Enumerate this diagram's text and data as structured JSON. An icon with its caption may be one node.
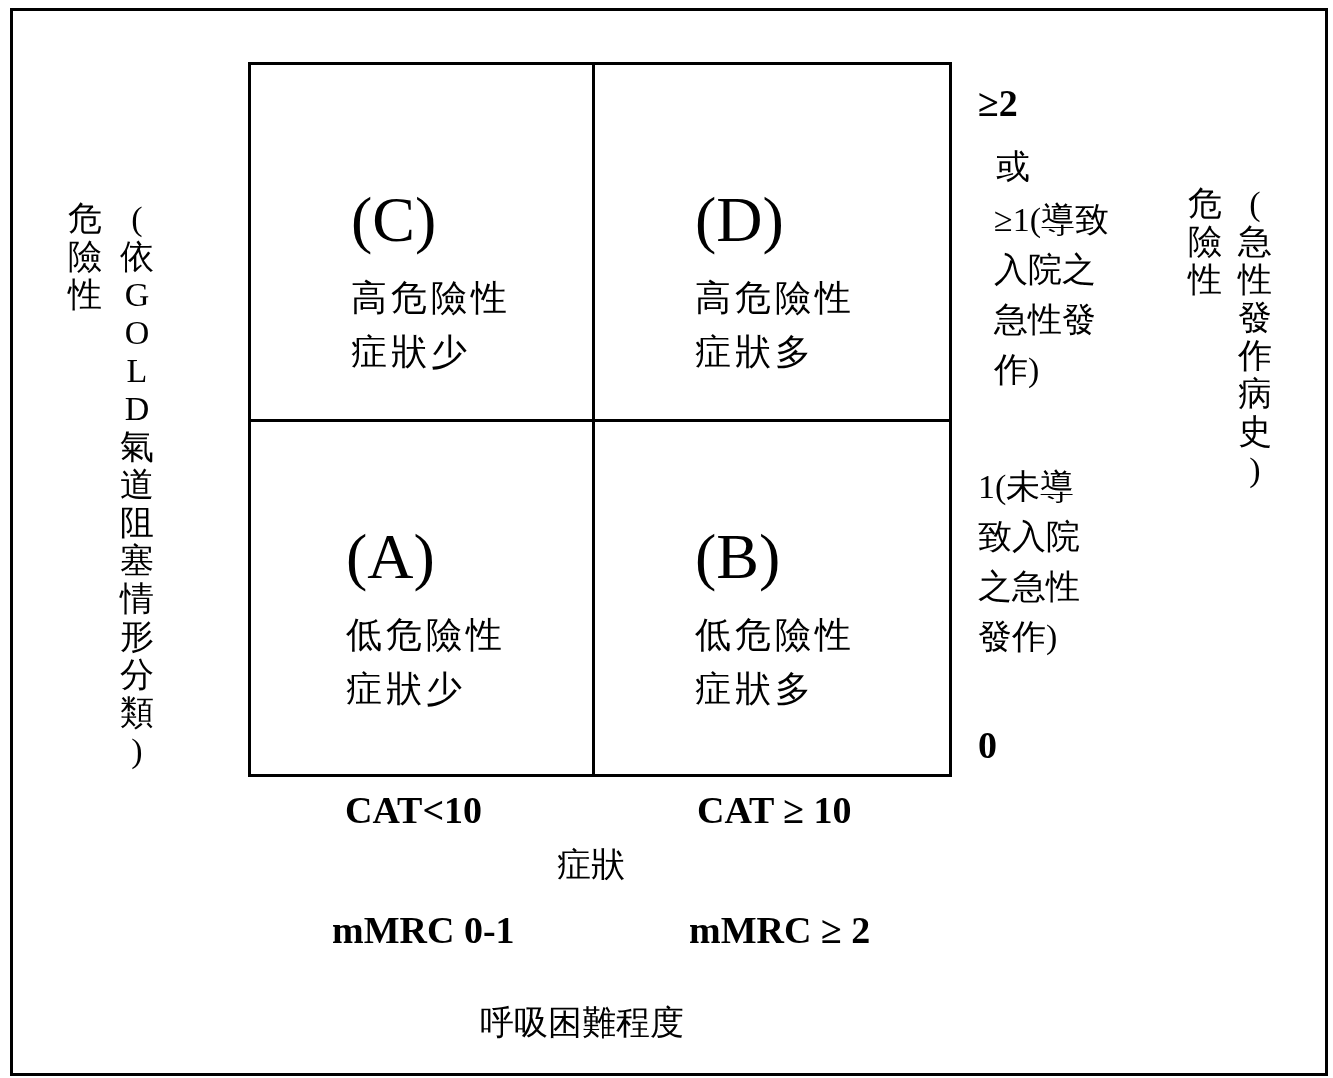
{
  "diagram": {
    "nodes": [
      {
        "text": [
          "(C)",
          "高危險性",
          "症狀少"
        ]
      },
      {
        "text": [
          "(D)",
          "高危險性",
          "症狀多"
        ]
      },
      {
        "text": [
          "(A)",
          "低危險性",
          "症狀少"
        ]
      },
      {
        "text": [
          "(B)",
          "低危險性",
          "症狀多"
        ]
      }
    ],
    "labels": [
      "≥2",
      "或",
      "≥1(導致入院之急性發作)",
      "1(未導致入院之急性發作)",
      "0",
      "危險性",
      "(依GOLD氣道阻塞情形分類)",
      "危險性",
      "(急性發作病史)",
      "CAT<10",
      "CAT ≥ 10",
      "症狀",
      "mMRC 0-1",
      "mMRC ≥ 2",
      "呼吸困難程度"
    ]
  }
}
